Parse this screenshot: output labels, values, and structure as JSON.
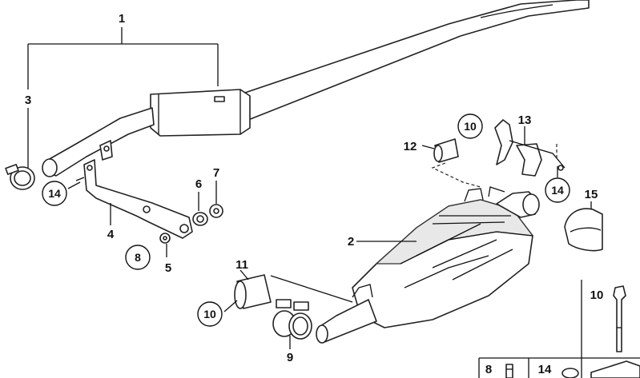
{
  "callouts": {
    "c1": "1",
    "c2": "2",
    "c3": "3",
    "c4": "4",
    "c5": "5",
    "c6": "6",
    "c7": "7",
    "c8": "8",
    "c9": "9",
    "c11": "11",
    "c12": "12",
    "c13": "13",
    "c15": "15"
  },
  "circled": {
    "c14_left": "14",
    "c8": "8",
    "c10_top": "10",
    "c14_right": "14",
    "c10_bottom": "10"
  },
  "legend": {
    "c10": "10",
    "c8": "8",
    "c14": "14"
  }
}
